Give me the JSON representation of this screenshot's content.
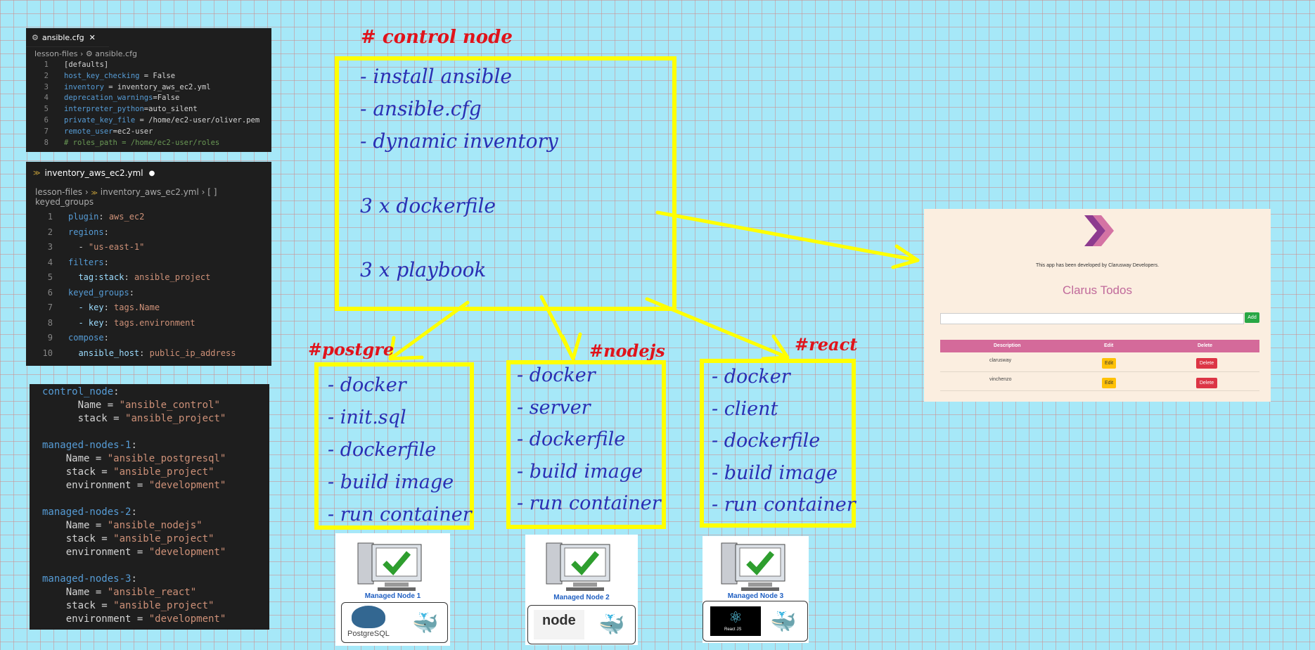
{
  "cfg_panel": {
    "tab_label": "ansible.cfg",
    "breadcrumb": [
      "lesson-files",
      "ansible.cfg"
    ],
    "lines": [
      {
        "n": "1",
        "parts": [
          {
            "t": "[defaults]",
            "c": "w"
          }
        ]
      },
      {
        "n": "2",
        "parts": [
          {
            "t": "host_key_checking",
            "c": "k"
          },
          {
            "t": " = False",
            "c": "w"
          }
        ]
      },
      {
        "n": "3",
        "parts": [
          {
            "t": "inventory",
            "c": "k"
          },
          {
            "t": " = inventory_aws_ec2.yml",
            "c": "w"
          }
        ]
      },
      {
        "n": "4",
        "parts": [
          {
            "t": "deprecation_warnings",
            "c": "k"
          },
          {
            "t": "=False",
            "c": "w"
          }
        ]
      },
      {
        "n": "5",
        "parts": [
          {
            "t": "interpreter_python",
            "c": "k"
          },
          {
            "t": "=auto_silent",
            "c": "w"
          }
        ]
      },
      {
        "n": "6",
        "parts": [
          {
            "t": "private_key_file",
            "c": "k"
          },
          {
            "t": " = /home/ec2-user/oliver.pem",
            "c": "w"
          }
        ]
      },
      {
        "n": "7",
        "parts": [
          {
            "t": "remote_user",
            "c": "k"
          },
          {
            "t": "=ec2-user",
            "c": "w"
          }
        ]
      },
      {
        "n": "8",
        "parts": [
          {
            "t": "# roles_path = /home/ec2-user/roles",
            "c": "c"
          }
        ]
      }
    ]
  },
  "inv_panel": {
    "tab_label": "inventory_aws_ec2.yml",
    "breadcrumb": [
      "lesson-files",
      "inventory_aws_ec2.yml",
      "[ ] keyed_groups"
    ],
    "lines": [
      {
        "n": "1",
        "parts": [
          {
            "t": "plugin",
            "c": "k"
          },
          {
            "t": ": ",
            "c": "w"
          },
          {
            "t": "aws_ec2",
            "c": "v"
          }
        ]
      },
      {
        "n": "2",
        "parts": [
          {
            "t": "regions",
            "c": "k"
          },
          {
            "t": ":",
            "c": "w"
          }
        ]
      },
      {
        "n": "3",
        "parts": [
          {
            "t": "  - ",
            "c": "w"
          },
          {
            "t": "\"us-east-1\"",
            "c": "v"
          }
        ]
      },
      {
        "n": "4",
        "parts": [
          {
            "t": "filters",
            "c": "k"
          },
          {
            "t": ":",
            "c": "w"
          }
        ]
      },
      {
        "n": "5",
        "parts": [
          {
            "t": "  tag:stack",
            "c": "kb"
          },
          {
            "t": ": ",
            "c": "w"
          },
          {
            "t": "ansible_project",
            "c": "v"
          }
        ]
      },
      {
        "n": "6",
        "parts": [
          {
            "t": "keyed_groups",
            "c": "k"
          },
          {
            "t": ":",
            "c": "w"
          }
        ]
      },
      {
        "n": "7",
        "parts": [
          {
            "t": "  - key",
            "c": "kb"
          },
          {
            "t": ": ",
            "c": "w"
          },
          {
            "t": "tags.Name",
            "c": "v"
          }
        ]
      },
      {
        "n": "8",
        "parts": [
          {
            "t": "  - key",
            "c": "kb"
          },
          {
            "t": ": ",
            "c": "w"
          },
          {
            "t": "tags.environment",
            "c": "v"
          }
        ]
      },
      {
        "n": "9",
        "parts": [
          {
            "t": "compose",
            "c": "k"
          },
          {
            "t": ":",
            "c": "w"
          }
        ]
      },
      {
        "n": "10",
        "parts": [
          {
            "t": "  ansible_host",
            "c": "kb"
          },
          {
            "t": ": ",
            "c": "w"
          },
          {
            "t": "public_ip_address",
            "c": "v"
          }
        ]
      }
    ]
  },
  "tf_panel": {
    "lines": [
      {
        "parts": [
          {
            "t": "control_node",
            "c": "k"
          },
          {
            "t": ":",
            "c": "w"
          }
        ]
      },
      {
        "parts": [
          {
            "t": "      Name = ",
            "c": "w"
          },
          {
            "t": "\"ansible_control\"",
            "c": "v"
          }
        ]
      },
      {
        "parts": [
          {
            "t": "      stack = ",
            "c": "w"
          },
          {
            "t": "\"ansible_project\"",
            "c": "v"
          }
        ]
      },
      {
        "parts": [
          {
            "t": " ",
            "c": "w"
          }
        ]
      },
      {
        "parts": [
          {
            "t": "managed-nodes-1",
            "c": "k"
          },
          {
            "t": ":",
            "c": "w"
          }
        ]
      },
      {
        "parts": [
          {
            "t": "    Name = ",
            "c": "w"
          },
          {
            "t": "\"ansible_postgresql\"",
            "c": "v"
          }
        ]
      },
      {
        "parts": [
          {
            "t": "    stack = ",
            "c": "w"
          },
          {
            "t": "\"ansible_project\"",
            "c": "v"
          }
        ]
      },
      {
        "parts": [
          {
            "t": "    environment = ",
            "c": "w"
          },
          {
            "t": "\"development\"",
            "c": "v"
          }
        ]
      },
      {
        "parts": [
          {
            "t": " ",
            "c": "w"
          }
        ]
      },
      {
        "parts": [
          {
            "t": "managed-nodes-2",
            "c": "k"
          },
          {
            "t": ":",
            "c": "w"
          }
        ]
      },
      {
        "parts": [
          {
            "t": "    Name = ",
            "c": "w"
          },
          {
            "t": "\"ansible_nodejs\"",
            "c": "v"
          }
        ]
      },
      {
        "parts": [
          {
            "t": "    stack = ",
            "c": "w"
          },
          {
            "t": "\"ansible_project\"",
            "c": "v"
          }
        ]
      },
      {
        "parts": [
          {
            "t": "    environment = ",
            "c": "w"
          },
          {
            "t": "\"development\"",
            "c": "v"
          }
        ]
      },
      {
        "parts": [
          {
            "t": " ",
            "c": "w"
          }
        ]
      },
      {
        "parts": [
          {
            "t": "managed-nodes-3",
            "c": "k"
          },
          {
            "t": ":",
            "c": "w"
          }
        ]
      },
      {
        "parts": [
          {
            "t": "    Name = ",
            "c": "w"
          },
          {
            "t": "\"ansible_react\"",
            "c": "v"
          }
        ]
      },
      {
        "parts": [
          {
            "t": "    stack = ",
            "c": "w"
          },
          {
            "t": "\"ansible_project\"",
            "c": "v"
          }
        ]
      },
      {
        "parts": [
          {
            "t": "    environment = ",
            "c": "w"
          },
          {
            "t": "\"development\"",
            "c": "v"
          }
        ]
      }
    ]
  },
  "control": {
    "heading": "# control node",
    "items": [
      "- install ansible",
      "- ansible.cfg",
      "- dynamic inventory",
      "3 x dockerfile",
      "3 x playbook"
    ]
  },
  "groups": [
    {
      "heading": "#postgre",
      "items": [
        "- docker",
        "- init.sql",
        "- dockerfile",
        "- build image",
        "- run container"
      ]
    },
    {
      "heading": "#nodejs",
      "items": [
        "- docker",
        "- server",
        "- dockerfile",
        "- build image",
        "- run container"
      ]
    },
    {
      "heading": "#react",
      "items": [
        "- docker",
        "- client",
        "- dockerfile",
        "- build image",
        "- run container"
      ]
    }
  ],
  "nodes": [
    {
      "label": "Managed Node 1",
      "logo": "PostgreSQL"
    },
    {
      "label": "Managed Node 2",
      "logo": "node"
    },
    {
      "label": "Managed Node 3",
      "logo": "React JS"
    }
  ],
  "app": {
    "tagline": "This app has been developed by Clarusway Developers.",
    "title": "Clarus Todos",
    "add_label": "Add",
    "headers": [
      "Description",
      "Edit",
      "Delete"
    ],
    "rows": [
      {
        "desc": "clarusway",
        "edit": "Edit",
        "del": "Delete"
      },
      {
        "desc": "vinchenzo",
        "edit": "Edit",
        "del": "Delete"
      }
    ]
  },
  "colors": {
    "handwriting_blue": "#2a2fb3",
    "heading_red": "#e0131b",
    "highlight_yellow": "#ffff00",
    "app_header": "#d46a9a",
    "add_green": "#28a745",
    "edit_yellow": "#ffc107",
    "delete_red": "#dc3545"
  }
}
